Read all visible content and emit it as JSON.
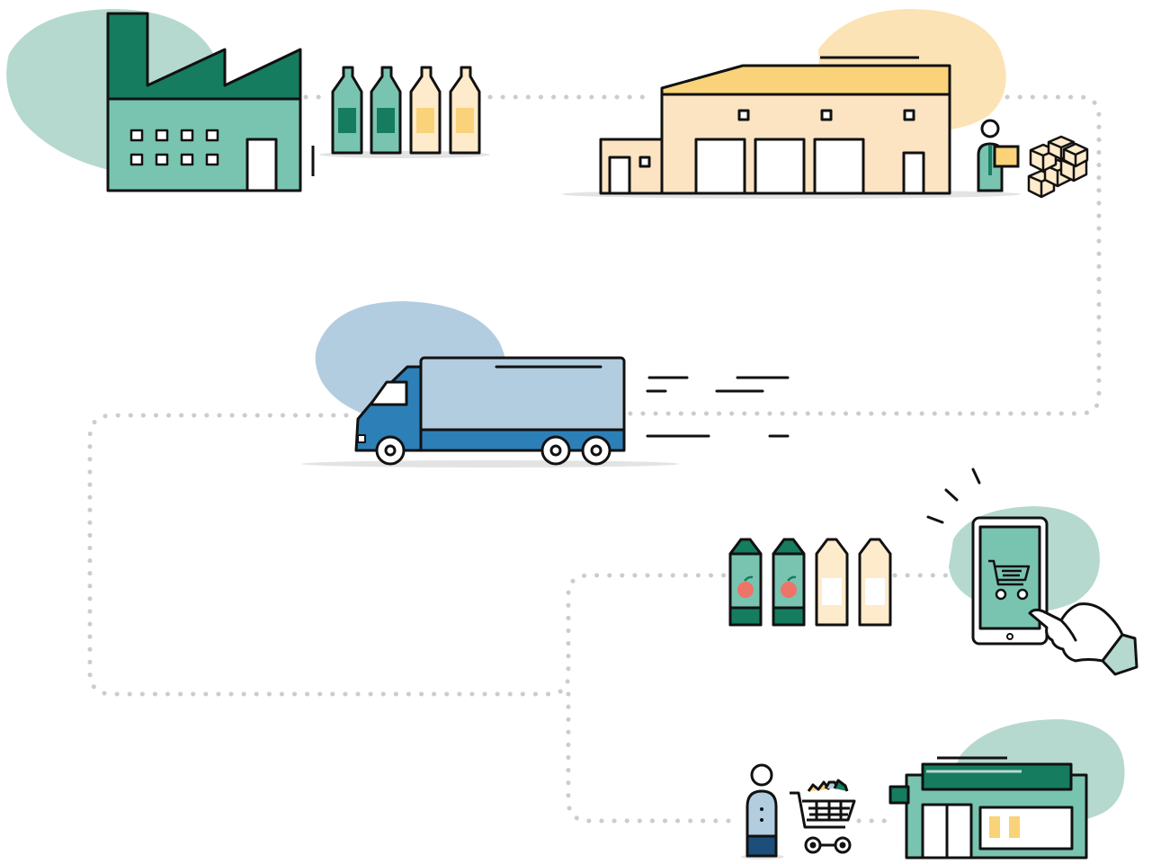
{
  "title": "",
  "colors": {
    "green_dark": "#167C5F",
    "green_mid": "#79C4B0",
    "green_blob": "#B5D9CF",
    "yellow_blob": "#FBE3B5",
    "yellow_roof": "#FAD27A",
    "yellow_wall": "#FCE4C2",
    "yellow_pale": "#FDEBCB",
    "blue_blob": "#B3CDE0",
    "blue_truck": "#2D7FB8",
    "blue_body": "#B3CDE0",
    "apple_red": "#EE7468",
    "path_dots": "#CCCCCC",
    "outline": "#111111",
    "ground": "#E3E3E3"
  },
  "stages": [
    {
      "id": "factory",
      "icon": "factory-icon",
      "products": [
        "bottle-icon",
        "bottle-icon",
        "bottle-icon",
        "bottle-icon"
      ]
    },
    {
      "id": "warehouse",
      "icon": "warehouse-icon",
      "extras": [
        "worker-with-box-icon",
        "stacked-boxes-icon"
      ]
    },
    {
      "id": "truck",
      "icon": "delivery-truck-icon"
    },
    {
      "id": "online-order",
      "icon": "smartphone-cart-icon",
      "products": [
        "apple-juice-carton-icon",
        "apple-juice-carton-icon",
        "carton-icon",
        "carton-icon"
      ]
    },
    {
      "id": "store",
      "icon": "store-icon",
      "extras": [
        "shopper-icon",
        "shopping-cart-icon"
      ]
    }
  ]
}
